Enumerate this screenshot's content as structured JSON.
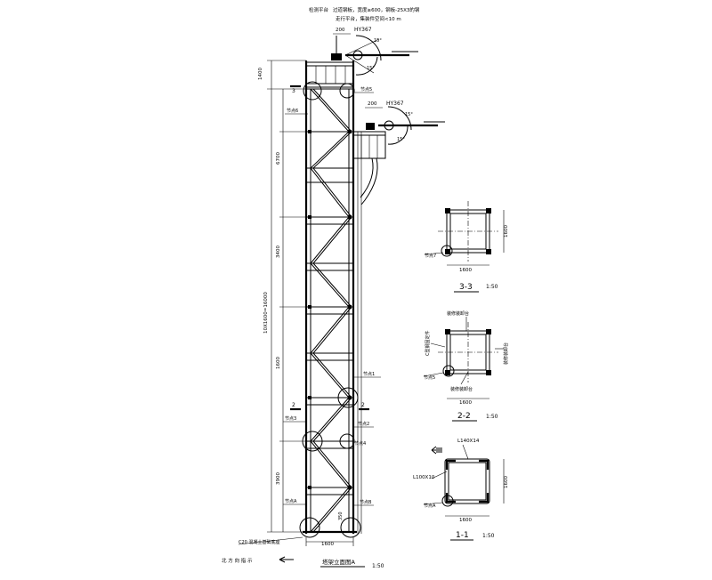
{
  "notes": {
    "line1_a": "检测平台",
    "line1_b": "过道钢板，宽度≥600，钢板-25X3的钢",
    "line2": "走行平台，集装件空间<10 m"
  },
  "elevation": {
    "title": "塔架立面图A",
    "scale": "1:50",
    "dim_top": "1400",
    "dim_seg_a": "6700",
    "dim_seg_b": "3400",
    "dim_seg_c": "1600",
    "dim_total": "10X1600=16000",
    "dim_bottom": "3900",
    "dim_base_width": "1600",
    "dim_small_200_a": "200",
    "dim_small_200_b": "200",
    "dim_small_350": "350",
    "antenna_a": "HY367",
    "antenna_b": "HY367",
    "angle_a1": "15°",
    "angle_a2": "15°",
    "angle_b1": "15°",
    "angle_b2": "15°",
    "section_3": "3",
    "section_2a": "2",
    "section_2b": "2",
    "node_a6": "节点6",
    "node_a5": "节点5",
    "node_a4": "节点4",
    "node_a1": "节点1",
    "node_a3": "节点3",
    "node_a2": "节点2",
    "node_base_left": "节点A",
    "node_base_right": "节点B",
    "foundation": "C20 混凝土基础底座",
    "north_arrow": "北 方 向 指 示"
  },
  "section_33": {
    "title": "3-3",
    "scale": "1:50",
    "dim_width": "1600",
    "dim_height": "1600",
    "node": "节点7"
  },
  "section_22": {
    "title": "2-2",
    "scale": "1:50",
    "dim_width": "1600",
    "label_top": "装修装卸台",
    "label_left": "C型钢固定件",
    "label_right": "装修装卸台",
    "label_bottom": "装修装卸台",
    "node": "节点5"
  },
  "section_11": {
    "title": "1-1",
    "scale": "1:50",
    "dim_width": "1600",
    "dim_height": "1600",
    "member_top": "L140X14",
    "member_left": "L100X10",
    "node": "节点A"
  }
}
